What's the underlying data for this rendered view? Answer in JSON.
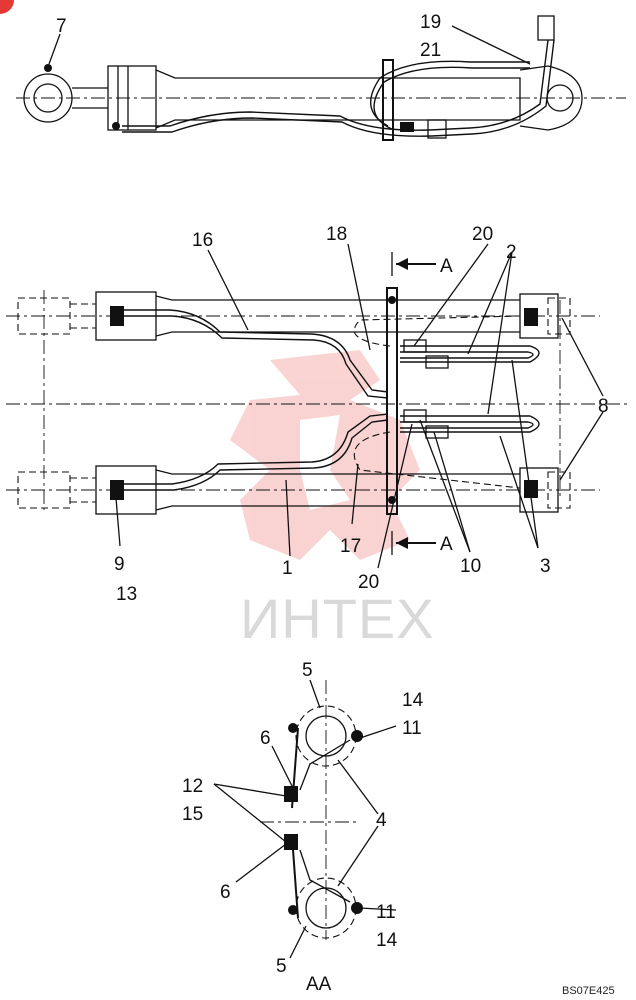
{
  "callouts": {
    "c7": "7",
    "c19": "19",
    "c21": "21",
    "c16": "16",
    "c18": "18",
    "c20a": "20",
    "c2": "2",
    "c8": "8",
    "c9": "9",
    "c13": "13",
    "c1": "1",
    "c17": "17",
    "c20b": "20",
    "c10": "10",
    "c3": "3",
    "c5a": "5",
    "c14a": "14",
    "c11a": "11",
    "c6a": "6",
    "c12": "12",
    "c15": "15",
    "c4": "4",
    "c6b": "6",
    "c11b": "11",
    "c14b": "14",
    "c5b": "5"
  },
  "section": {
    "arrow_top": "A",
    "arrow_bottom": "A",
    "view_label": "AA"
  },
  "watermark": {
    "text": "ИНТЕХ",
    "color": "#e53935"
  },
  "drawing_code": "BS07E425",
  "colors": {
    "line": "#111111",
    "watermark_logo": "#f2b3b3",
    "watermark_text": "#d9d9d9"
  }
}
